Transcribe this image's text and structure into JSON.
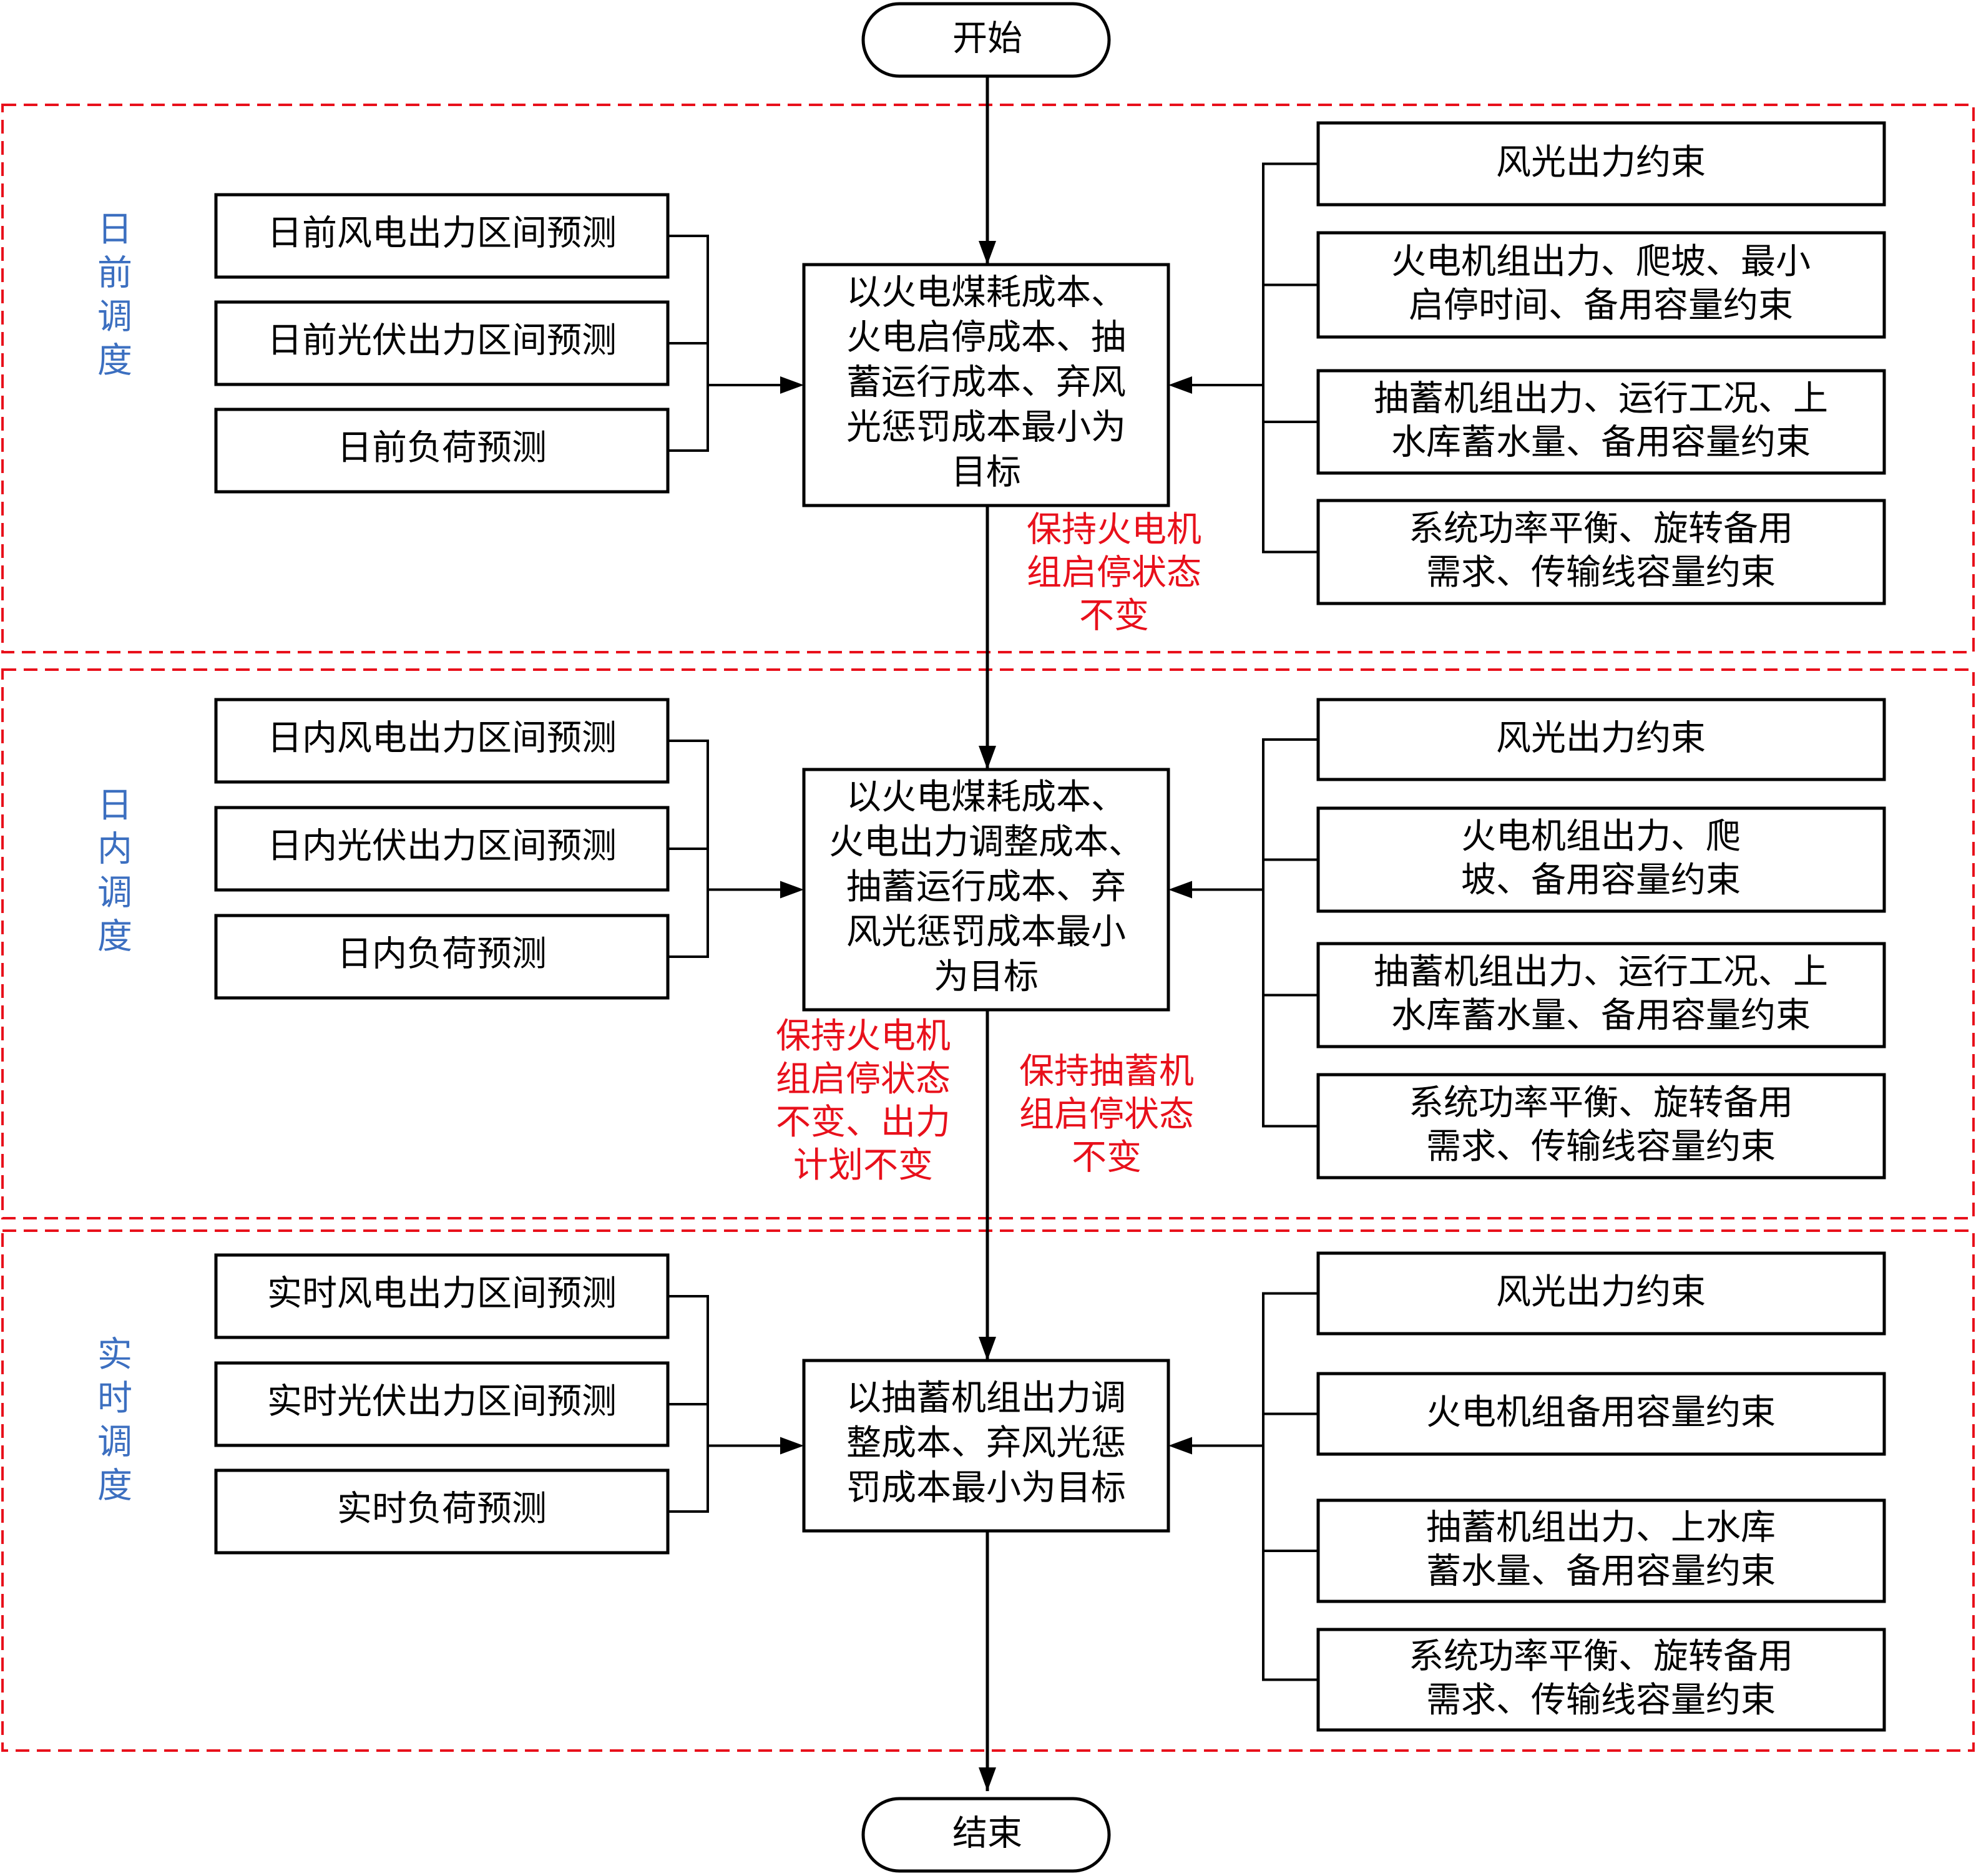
{
  "colors": {
    "stage_label": "#3c6fc0",
    "condition_text": "#e8101b",
    "zone_border": "#e8101b",
    "line": "#000000"
  },
  "start_label": "开始",
  "end_label": "结束",
  "stages": [
    {
      "name": "日前调度",
      "inputs": [
        "日前风电出力区间预测",
        "日前光伏出力区间预测",
        "日前负荷预测"
      ],
      "objective": [
        "以火电煤耗成本、",
        "火电启停成本、抽",
        "蓄运行成本、弃风",
        "光惩罚成本最小为",
        "目标"
      ],
      "constraints": [
        [
          "风光出力约束"
        ],
        [
          "火电机组出力、爬坡、最小",
          "启停时间、备用容量约束"
        ],
        [
          "抽蓄机组出力、运行工况、上",
          "水库蓄水量、备用容量约束"
        ],
        [
          "系统功率平衡、旋转备用",
          "需求、传输线容量约束"
        ]
      ]
    },
    {
      "name": "日内调度",
      "inputs": [
        "日内风电出力区间预测",
        "日内光伏出力区间预测",
        "日内负荷预测"
      ],
      "objective": [
        "以火电煤耗成本、",
        "火电出力调整成本、",
        "抽蓄运行成本、弃",
        "风光惩罚成本最小",
        "为目标"
      ],
      "constraints": [
        [
          "风光出力约束"
        ],
        [
          "火电机组出力、爬",
          "坡、备用容量约束"
        ],
        [
          "抽蓄机组出力、运行工况、上",
          "水库蓄水量、备用容量约束"
        ],
        [
          "系统功率平衡、旋转备用",
          "需求、传输线容量约束"
        ]
      ]
    },
    {
      "name": "实时调度",
      "inputs": [
        "实时风电出力区间预测",
        "实时光伏出力区间预测",
        "实时负荷预测"
      ],
      "objective": [
        "以抽蓄机组出力调",
        "整成本、弃风光惩",
        "罚成本最小为目标"
      ],
      "constraints": [
        [
          "风光出力约束"
        ],
        [
          "火电机组备用容量约束"
        ],
        [
          "抽蓄机组出力、上水库",
          "蓄水量、备用容量约束"
        ],
        [
          "系统功率平衡、旋转备用",
          "需求、传输线容量约束"
        ]
      ]
    }
  ],
  "transitions": [
    {
      "notes": [
        [
          "保持火电机",
          "组启停状态",
          "不变"
        ]
      ]
    },
    {
      "notes": [
        [
          "保持火电机",
          "组启停状态",
          "不变、出力",
          "计划不变"
        ],
        [
          "保持抽蓄机",
          "组启停状态",
          "不变"
        ]
      ]
    }
  ]
}
